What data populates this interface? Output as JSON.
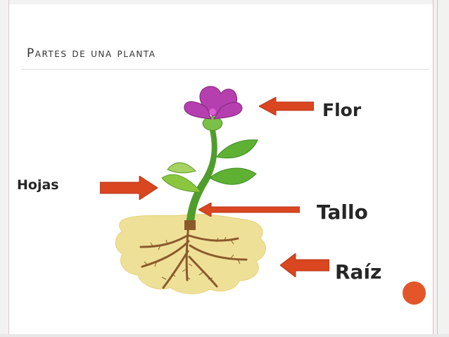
{
  "slide": {
    "title": "Partes de una planta",
    "accent_color": "#e25629",
    "arrow_color": "#d9461f"
  },
  "labels": {
    "flor": "Flor",
    "hojas": "Hojas",
    "tallo": "Tallo",
    "raiz": "Raíz"
  },
  "image": {
    "subject": "plant-illustration"
  }
}
